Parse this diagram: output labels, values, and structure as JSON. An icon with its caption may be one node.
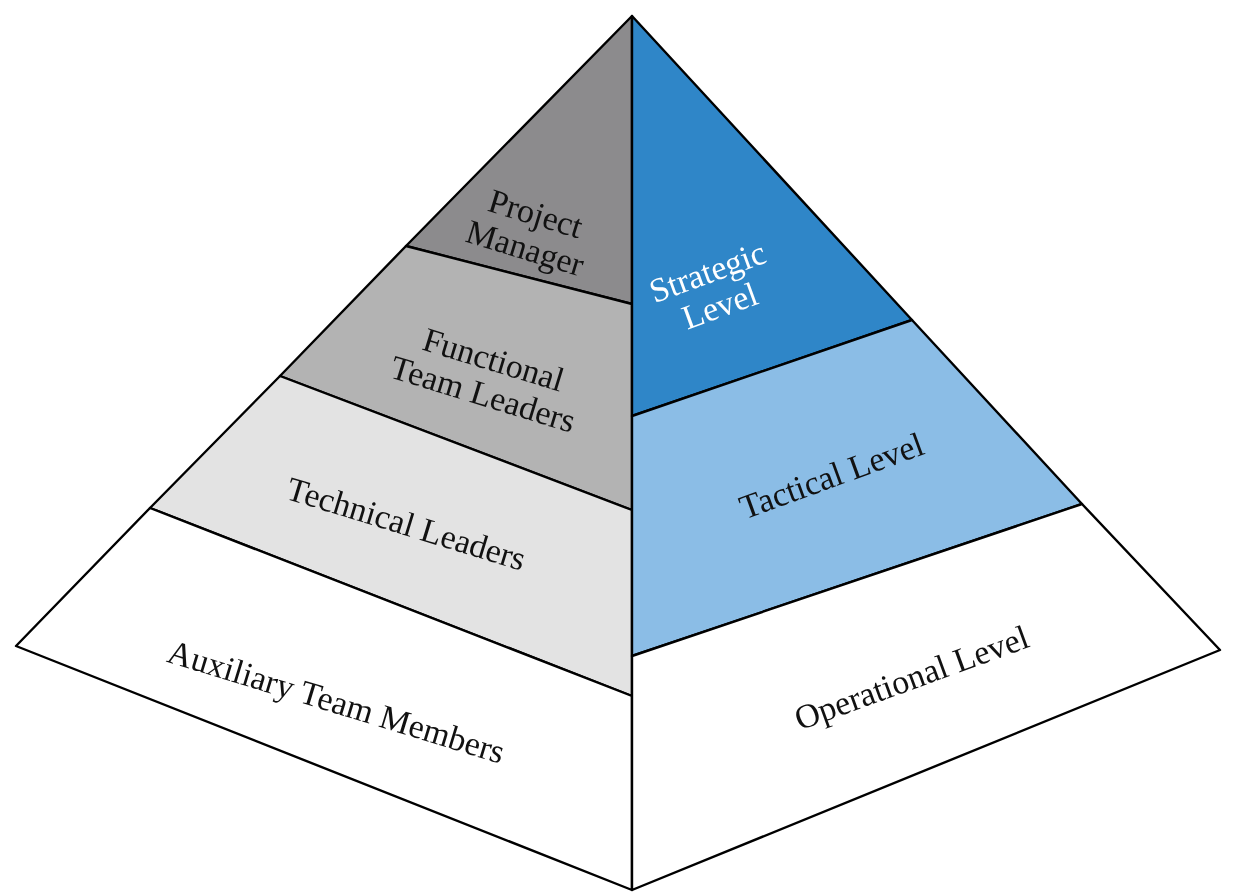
{
  "diagram": {
    "nodes": [
      {
        "text": [
          "Project Manager"
        ]
      },
      {
        "text": [
          "Functional Team Leaders"
        ]
      },
      {
        "text": [
          "Technical Leaders"
        ]
      },
      {
        "text": [
          "Auxiliary Team Members"
        ]
      },
      {
        "text": [
          "Strategic Level"
        ]
      },
      {
        "text": [
          "Tactical Level"
        ]
      },
      {
        "text": [
          "Operational Level"
        ]
      }
    ]
  }
}
